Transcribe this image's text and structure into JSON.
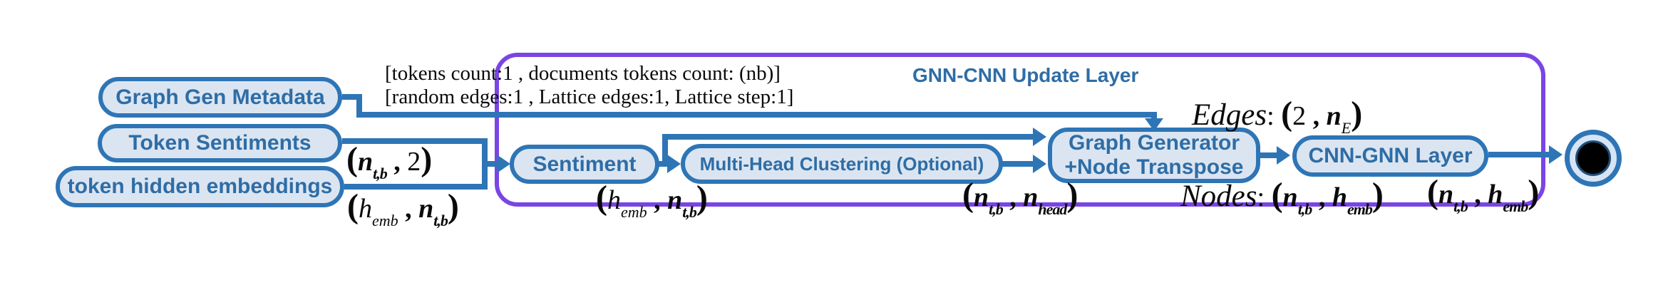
{
  "colors": {
    "accent": "#2e75b6",
    "node_fill": "#dbe5f1",
    "node_text": "#2e6da6",
    "container_border": "#7a45e5",
    "annotation_text": "#0a0a0a"
  },
  "container": {
    "title": "GNN-CNN Update Layer"
  },
  "inputs": {
    "metadata": "Graph Gen Metadata",
    "sentiments": "Token Sentiments",
    "embeddings": "token hidden embeddings"
  },
  "nodes": {
    "sentiment": "Sentiment",
    "clustering": "Multi-Head Clustering (Optional)",
    "generator_line1": "Graph Generator",
    "generator_line2": "+Node Transpose",
    "cnn": "CNN-GNN Layer"
  },
  "annotations": {
    "meta_line1": [
      {
        "t": "[tokens count:1 , documents tokens count: (n",
        "c": "r"
      },
      {
        "t": "b",
        "c": "subr"
      },
      {
        "t": ")]",
        "c": "r"
      }
    ],
    "meta_line2": [
      {
        "t": "[random edges:1 , Lattice edges:1, Lattice step:1]",
        "c": "r"
      }
    ],
    "tuple_sentiments": [
      {
        "t": "(",
        "c": "big"
      },
      {
        "t": "n",
        "c": "bi"
      },
      {
        "t": "t,b",
        "c": "sub"
      },
      {
        "t": " , ",
        "c": "b"
      },
      {
        "t": "2",
        "c": "r"
      },
      {
        "t": ")",
        "c": "big"
      }
    ],
    "tuple_embeddings": [
      {
        "t": "(",
        "c": "big"
      },
      {
        "t": "h",
        "c": "i"
      },
      {
        "t": "emb",
        "c": "subi"
      },
      {
        "t": " , ",
        "c": "b"
      },
      {
        "t": "n",
        "c": "bi"
      },
      {
        "t": "t,b",
        "c": "sub"
      },
      {
        "t": ")",
        "c": "big"
      }
    ],
    "tuple_after_sentiment": [
      {
        "t": "(",
        "c": "big"
      },
      {
        "t": "h",
        "c": "i"
      },
      {
        "t": "emb",
        "c": "subi"
      },
      {
        "t": " , ",
        "c": "b"
      },
      {
        "t": "n",
        "c": "bi"
      },
      {
        "t": "t,b",
        "c": "sub"
      },
      {
        "t": ")",
        "c": "big"
      }
    ],
    "tuple_after_clustering": [
      {
        "t": "(",
        "c": "big"
      },
      {
        "t": "n",
        "c": "bi"
      },
      {
        "t": "t,b",
        "c": "sub"
      },
      {
        "t": " , ",
        "c": "b"
      },
      {
        "t": "n",
        "c": "bi"
      },
      {
        "t": "head",
        "c": "sub"
      },
      {
        "t": ")",
        "c": "big"
      }
    ],
    "edges_label": [
      {
        "t": "Edges",
        "c": "lead"
      },
      {
        "t": ": ",
        "c": "r"
      },
      {
        "t": "(",
        "c": "big"
      },
      {
        "t": "2",
        "c": "r"
      },
      {
        "t": " , ",
        "c": "b"
      },
      {
        "t": "n",
        "c": "bi"
      },
      {
        "t": "E",
        "c": "subi"
      },
      {
        "t": ")",
        "c": "big"
      }
    ],
    "nodes_label": [
      {
        "t": "Nodes",
        "c": "lead"
      },
      {
        "t": ": ",
        "c": "r"
      },
      {
        "t": "(",
        "c": "big"
      },
      {
        "t": "n",
        "c": "bi"
      },
      {
        "t": "t,b",
        "c": "sub"
      },
      {
        "t": " , ",
        "c": "b"
      },
      {
        "t": "h",
        "c": "bi"
      },
      {
        "t": "emb",
        "c": "sub"
      },
      {
        "t": ")",
        "c": "big"
      }
    ],
    "tuple_output": [
      {
        "t": "(",
        "c": "big"
      },
      {
        "t": "n",
        "c": "bi"
      },
      {
        "t": "t,b",
        "c": "sub"
      },
      {
        "t": " , ",
        "c": "b"
      },
      {
        "t": "h",
        "c": "bi"
      },
      {
        "t": "emb",
        "c": "sub"
      },
      {
        "t": ")",
        "c": "big"
      }
    ]
  }
}
